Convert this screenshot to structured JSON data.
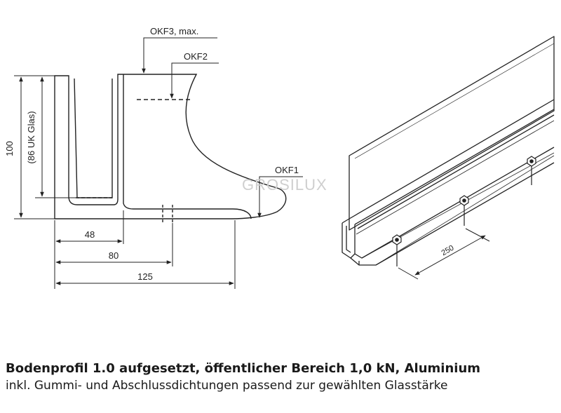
{
  "drawing": {
    "labels": {
      "okf3": "OKF3, max.",
      "okf2": "OKF2",
      "okf1": "OKF1",
      "height_total": "100",
      "height_glass": "(86  UK Glas)",
      "width_48": "48",
      "width_80": "80",
      "width_125": "125",
      "spacing_250": "250"
    },
    "watermark": "GROSILUX"
  },
  "caption": {
    "title": "Bodenprofil 1.0 aufgesetzt, öffentlicher Bereich 1,0 kN, Aluminium",
    "subtitle": "inkl. Gummi- und Abschlussdichtungen passend zur gewählten Glasstärke"
  },
  "colors": {
    "line": "#222222",
    "watermark": "#cfcfcf",
    "text": "#1a1a1a"
  }
}
